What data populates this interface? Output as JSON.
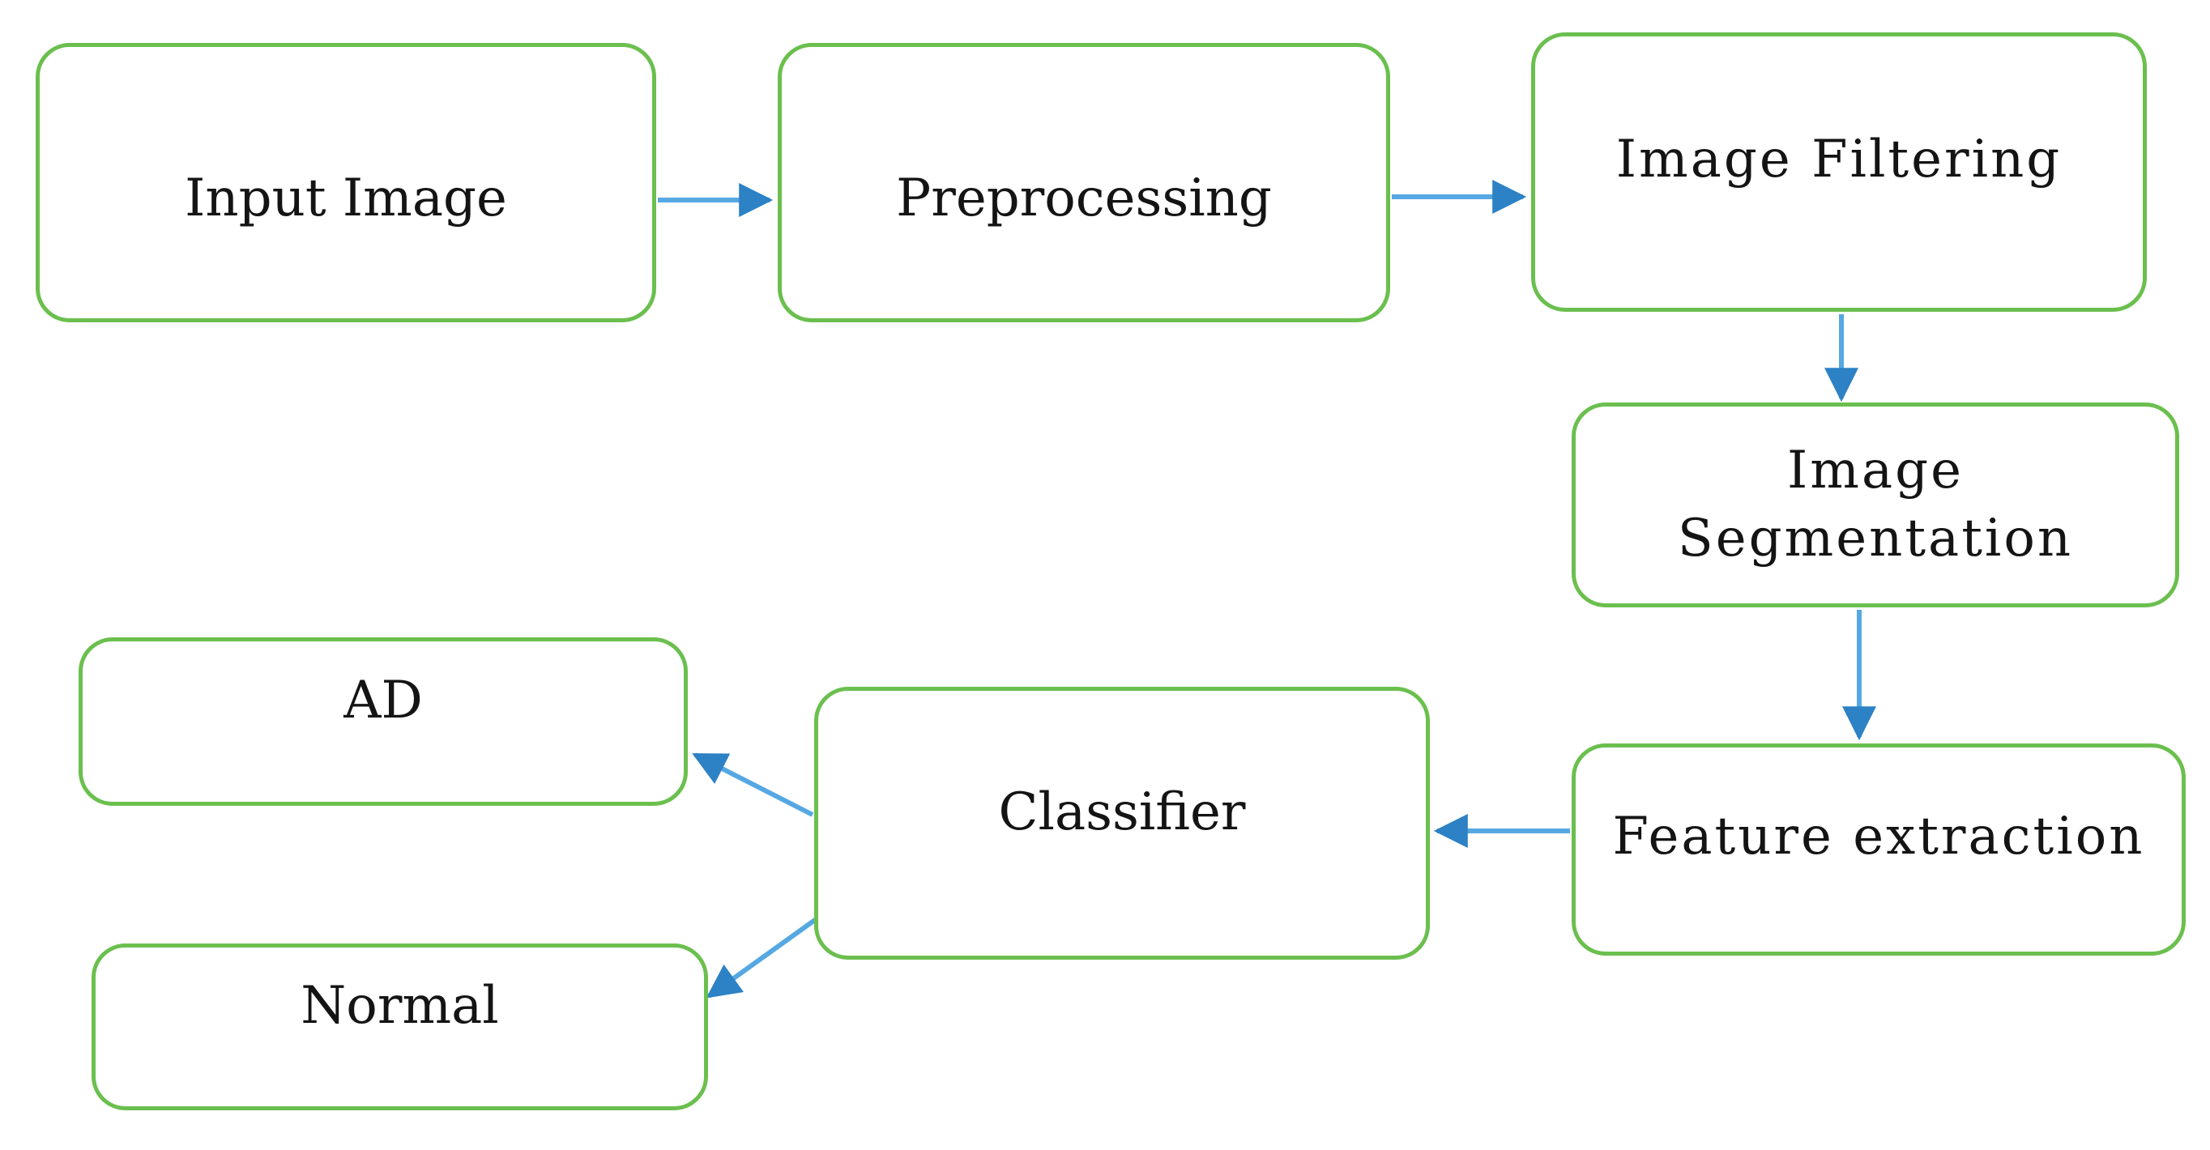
{
  "diagram": {
    "type": "flowchart",
    "nodes": {
      "input_image": {
        "label": "Input Image"
      },
      "preprocessing": {
        "label": "Preprocessing"
      },
      "image_filtering": {
        "label": "Image Filtering"
      },
      "image_segmentation": {
        "label": "Image Segmentation"
      },
      "feature_extraction": {
        "label": "Feature extraction"
      },
      "classifier": {
        "label": "Classifier"
      },
      "ad": {
        "label": "AD"
      },
      "normal": {
        "label": "Normal"
      }
    },
    "edges": [
      {
        "from": "Input Image",
        "to": "Preprocessing"
      },
      {
        "from": "Preprocessing",
        "to": "Image Filtering"
      },
      {
        "from": "Image Filtering",
        "to": "Image Segmentation"
      },
      {
        "from": "Image Segmentation",
        "to": "Feature extraction"
      },
      {
        "from": "Feature extraction",
        "to": "Classifier"
      },
      {
        "from": "Classifier",
        "to": "AD"
      },
      {
        "from": "Classifier",
        "to": "Normal"
      }
    ]
  },
  "colors": {
    "box_border": "#6bbf4e",
    "arrow_line": "#56a8e2",
    "arrow_head": "#2d81c5",
    "text": "#141414",
    "background": "#ffffff"
  }
}
